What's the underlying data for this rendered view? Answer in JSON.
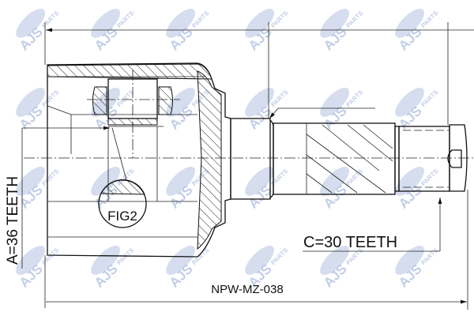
{
  "part_number": "NPW-MZ-038",
  "labels": {
    "a_teeth": "A=36 TEETH",
    "c_teeth": "C=30 TEETH",
    "fig": "FIG2"
  },
  "watermark": {
    "brand": "AJS",
    "sub": "PARTS",
    "color": "#b9c6e2"
  },
  "colors": {
    "line": "#111111"
  }
}
